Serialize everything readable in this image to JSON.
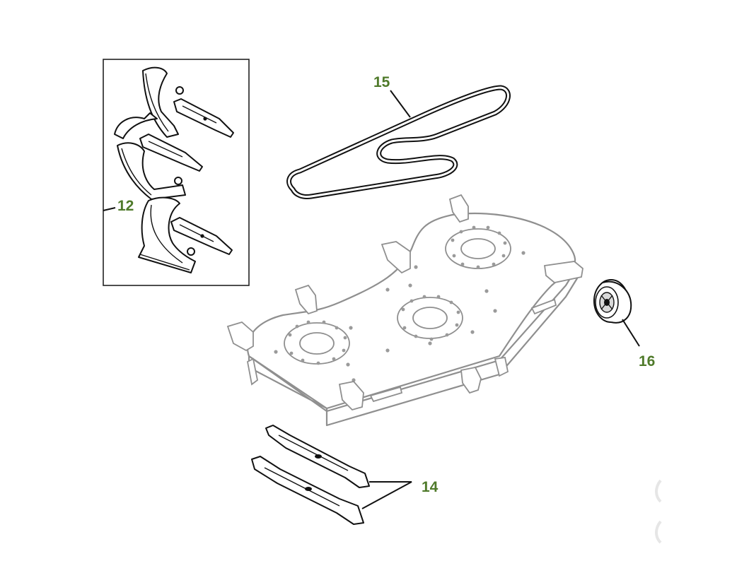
{
  "callouts": {
    "mulch_kit": "12",
    "blades": "14",
    "belt": "15",
    "gauge_wheel": "16"
  },
  "colors": {
    "callout_text": "#4f7a2a",
    "part_outline": "#111111",
    "deck_outline": "#8f8f8f",
    "background": "#ffffff"
  }
}
